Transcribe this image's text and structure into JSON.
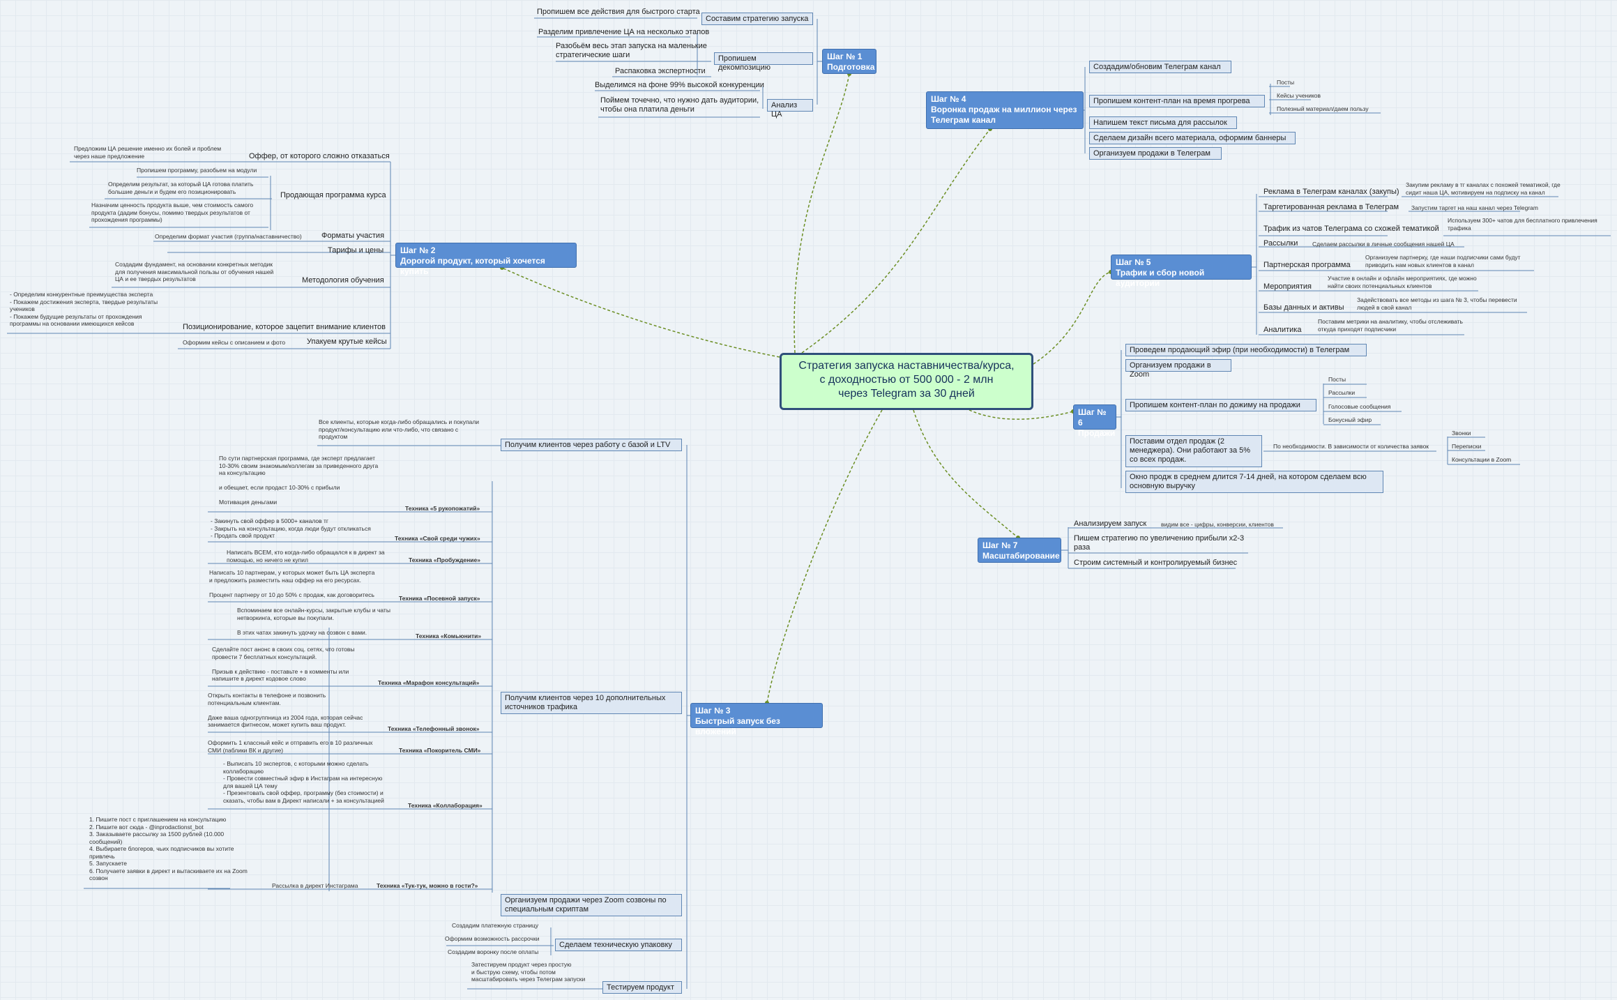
{
  "central": "Стратегия запуска наставничества/курса,\nс доходностью от 500 000 - 2 млн\nчерез Telegram за 30 дней",
  "step1": {
    "title": "Шаг № 1\nПодготовка",
    "branches": [
      {
        "label": "Составим стратегию запуска",
        "items": [
          "Пропишем все действия для быстрого старта"
        ]
      },
      {
        "label": "Пропишем декомпозицию",
        "items": [
          "Разделим привлечение ЦА на несколько этапов",
          "Разобьём весь этап запуска на маленькие\nстратегические шаги",
          "Распаковка экспертности"
        ]
      },
      {
        "label": "Анализ ЦА",
        "items": [
          "Выделимся на фоне 99% высокой конкуренции",
          "Поймем точечно, что нужно дать аудитории,\nчтобы она платила деньги"
        ]
      }
    ]
  },
  "step2": {
    "title": "Шаг № 2\nДорогой продукт, который хочется купить",
    "branches": [
      {
        "label": "Оффер, от которого сложно отказаться",
        "items": [
          "Предложим ЦА решение именно их болей и проблем\nчерез наше предложение"
        ]
      },
      {
        "label": "Продающая программа курса",
        "items": [
          "Пропишем программу, разобьем на модули",
          "Определим результат, за который ЦА готова платить\nбольшие деньги и будем его позиционировать",
          "Назначим ценность продукта выше, чем стоимость самого\nпродукта (дадим бонусы, помимо твердых результатов от\nпрохождения программы)"
        ]
      },
      {
        "label": "Форматы участия",
        "items": [
          "Определим формат участия (группа/наставничество)"
        ]
      },
      {
        "label": "Тарифы и цены",
        "items": []
      },
      {
        "label": "Методология обучения",
        "items": [
          "Создадим фундамент, на основании конкретных методик\nдля получения максимальной пользы от обучения нашей\nЦА и ее твердых результатов"
        ]
      },
      {
        "label": "Позиционирование, которое зацепит внимание клиентов",
        "items": [
          "- Определим конкурентные преимущества эксперта\n- Покажем достижения эксперта, твердые результаты\nучеников\n- Покажем будущие результаты от прохождения\nпрограммы на основании имеющихся кейсов"
        ]
      },
      {
        "label": "Упакуем крутые кейсы",
        "items": [
          "Оформим кейсы с описанием и фото"
        ]
      }
    ]
  },
  "step3": {
    "title": "Шаг № 3\nБыстрый запуск без вложений",
    "branches": [
      {
        "label": "Получим клиентов через работу с базой и LTV",
        "items": [
          "Все клиенты, которые когда-либо обращались и покупали\nпродукт/консультацию или что-либо, что связано с\nпродуктом"
        ]
      },
      {
        "label": "Получим клиентов через 10 дополнительных\nисточников трафика",
        "items": []
      },
      {
        "label": "Организуем продажи через Zoom созвоны по\nспециальным скриптам",
        "items": []
      },
      {
        "label": "Сделаем техническую упаковку",
        "items": [
          "Создадим платежную страницу",
          "Оформим возможность рассрочки",
          "Создадим воронку после оплаты"
        ]
      },
      {
        "label": "Тестируем продукт",
        "items": [
          "Затестируем продукт через простую\nи быструю схему, чтобы потом\nмасштабировать через Телеграм запуски"
        ]
      }
    ],
    "techniques": [
      {
        "name": "Техника «5 рукопожатий»",
        "desc": "По сути партнерская программа, где эксперт предлагает\n10-30% своим знакомым/коллегам за приведенного друга\nна консультацию\n\nи обещает, если продаст 10-30% с прибыли\n\nМотивация деньгами"
      },
      {
        "name": "Техника «Свой среди чужих»",
        "desc": "- Закинуть свой оффер в 5000+ каналов тг\n- Закрыть на консультацию, когда люди будут откликаться\n- Продать свой продукт"
      },
      {
        "name": "Техника «Пробуждение»",
        "desc": "Написать ВСЕМ, кто когда-либо обращался к  в директ  за\nпомощью, но ничего не купил"
      },
      {
        "name": "Техника «Посевной запуск»",
        "desc": "Написать 10 партнерам, у которых может быть ЦА эксперта\nи предложить разместить наш оффер на его ресурсах.\n\nПроцент партнеру от 10 до 50% с продаж, как договоритесь"
      },
      {
        "name": "Техника «Комьюнити»",
        "desc": "Вспоминаем все онлайн-курсы, закрытые клубы и чаты\nнетворкинга, которые вы покупали.\n\nВ этих чатах закинуть удочку на созвон с вами."
      },
      {
        "name": "Техника «Марафон консультаций»",
        "desc": "Сделайте пост анонс в своих соц. сетях, что готовы\nпровести 7 бесплатных консультаций.\n\nПризыв к действию - поставьте + в комменты или\nнапишите в директ кодовое слово"
      },
      {
        "name": "Техника «Телефонный звонок»",
        "desc": "Открыть контакты в телефоне и позвонить\nпотенциальным клиентам.\n\nДаже ваша одногруппница из 2004 года, которая сейчас\nзанимается фитнесом, может купить ваш продукт."
      },
      {
        "name": "Техника «Покоритель СМИ»",
        "desc": "Оформить 1 классный кейс и отправить его в 10 различных\nСМИ (паблики ВК и другие)"
      },
      {
        "name": "Техника «Коллаборация»",
        "desc": "- Выписать 10 экспертов, с которыми можно сделать\nколлаборацию\n- Провести совместный эфир в Инстаграм на интересную\nдля вашей  ЦА тему\n- Презентовать свой оффер, программу (без стоимости) и\nсказать, чтобы вам в Директ написали + за консультацией"
      },
      {
        "name": "Техника «Тук-тук, можно  в гости?»",
        "sub": "Рассылка в директ Инстаграма",
        "desc": "1. Пишите пост с приглашением на консультацию\n2. Пишите вот сюда - @inprodactionst_bot\n3. Заказываете рассылку за 1500 рублей (10.000\nсообщений)\n4. Выбираете блогеров, чьих подписчиков вы хотите\nпривлечь\n5. Запускаете\n6. Получаете заявки в директ и вытаскиваете их на Zoom\nсозвон"
      }
    ]
  },
  "step4": {
    "title": "Шаг № 4\nВоронка продаж на миллион через\nТелеграм канал",
    "branches": [
      {
        "label": "Создадим/обновим Телеграм канал",
        "items": []
      },
      {
        "label": "Пропишем контент-план на время прогрева",
        "items": [
          "Посты",
          "Кейсы учеников",
          "Полезный материал/даем пользу"
        ]
      },
      {
        "label": "Напишем текст письма для рассылок",
        "items": []
      },
      {
        "label": "Сделаем дизайн всего материала, оформим баннеры",
        "items": []
      },
      {
        "label": "Организуем продажи в Телеграм",
        "items": []
      }
    ]
  },
  "step5": {
    "title": "Шаг № 5\nТрафик и сбор новой аудитории",
    "branches": [
      {
        "label": "Реклама в Телеграм каналах (закупы)",
        "items": [
          "Закупим рекламу в тг каналах с похожей тематикой, где\nсидит наша ЦА, мотивируем на подписку на канал"
        ]
      },
      {
        "label": "Таргетированная реклама в Телеграм",
        "items": [
          "Запустим таргет на наш канал через Telegram"
        ]
      },
      {
        "label": "Трафик из чатов Телеграма со схожей тематикой",
        "items": [
          "Используем 300+ чатов для бесплатного привлечения\nтрафика"
        ]
      },
      {
        "label": "Рассылки",
        "items": [
          "Сделаем рассылки в личные сообщения нашей ЦА"
        ]
      },
      {
        "label": "Партнерская программа",
        "items": [
          "Организуем партнерку, где наши подписчики сами будут\nприводить нам новых клиентов в канал"
        ]
      },
      {
        "label": "Мероприятия",
        "items": [
          "Участие в онлайн и офлайн мероприятиях, где можно\nнайти своих потенциальных клиентов"
        ]
      },
      {
        "label": "Базы данных и активы",
        "items": [
          "Задействовать все методы из шага № 3, чтобы перевести\nлюдей в свой канал"
        ]
      },
      {
        "label": "Аналитика",
        "items": [
          "Поставим метрики на аналитику, чтобы отслеживать\nоткуда приходят подписчики"
        ]
      }
    ]
  },
  "step6": {
    "title": "Шаг № 6\nПродажи",
    "branches": [
      {
        "label": "Проведем продающий эфир (при необходимости) в Телеграм",
        "items": []
      },
      {
        "label": "Организуем продажи в Zoom",
        "items": []
      },
      {
        "label": "Пропишем контент-план по дожиму на продажи",
        "items": [
          "Посты",
          "Рассылки",
          "Голосовые сообщения",
          "Бонусный эфир"
        ]
      },
      {
        "label": "Поставим отдел продаж (2\nменеджера). Они работают за 5%\nсо всех продаж.",
        "mid": "По необходимости. В зависимости от количества заявок",
        "items": [
          "Звонки",
          "Переписки",
          "Консультации в Zoom"
        ]
      },
      {
        "label": "Окно продж в среднем длится 7-14 дней, на котором сделаем всю\nосновную выручку",
        "items": []
      }
    ]
  },
  "step7": {
    "title": "Шаг № 7\nМасштабирование",
    "branches": [
      {
        "label": "Анализируем запуск",
        "items": [
          "видим все - цифры, конверсии, клиентов"
        ]
      },
      {
        "label": "Пишем стратегию по увеличению прибыли х2-3\nраза",
        "items": []
      },
      {
        "label": "Строим системный и контролируемый бизнес",
        "items": []
      }
    ]
  },
  "colors": {
    "central_fill": "#ccffcc",
    "step_fill": "#5a8ed3",
    "box_fill": "#dde7f3",
    "connector": "#6b8e23",
    "line": "#5f86b3"
  }
}
